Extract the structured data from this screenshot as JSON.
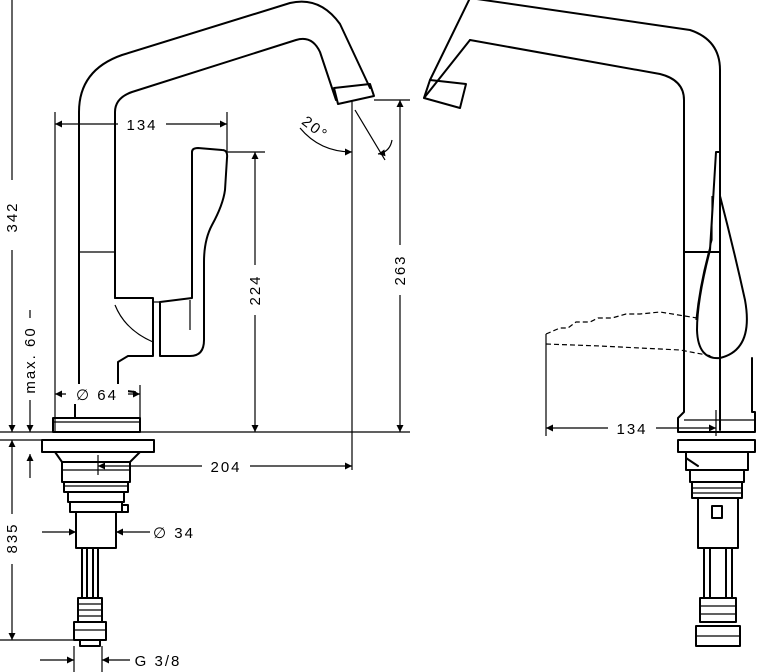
{
  "dimensions": {
    "total_height": "342",
    "max_thickness": "max. 60",
    "below_deck": "835",
    "spout_reach": "134",
    "handle_height": "224",
    "outlet_height": "263",
    "swivel_angle": "20°",
    "base_diameter": "∅ 64",
    "overall_depth": "204",
    "shank_diameter": "∅ 34",
    "connection_thread": "G 3/8",
    "side_reach": "134"
  }
}
